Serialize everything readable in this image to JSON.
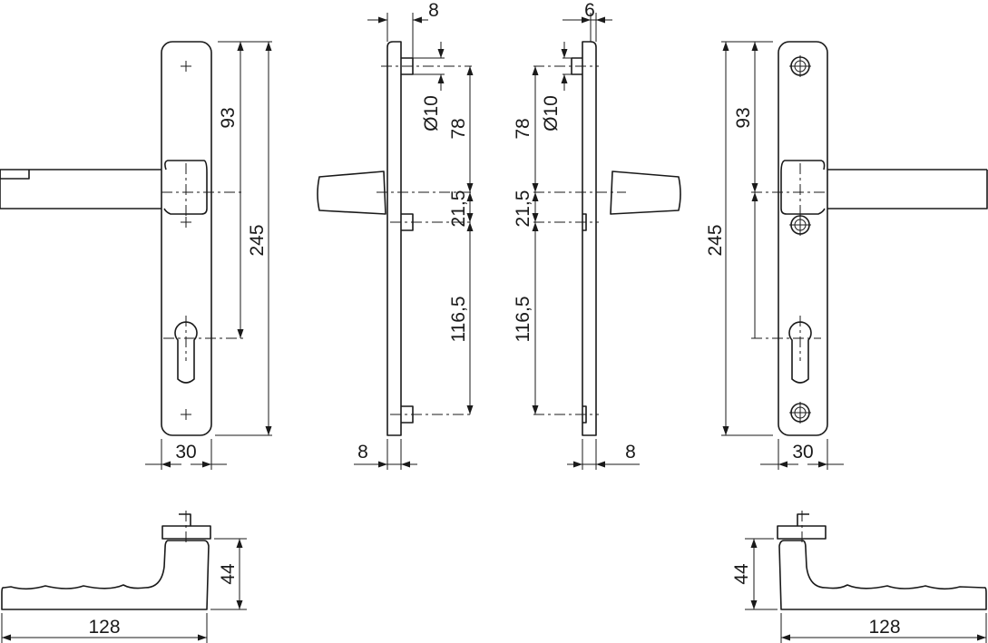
{
  "front_left": {
    "dim_93": "93",
    "dim_245": "245",
    "dim_30": "30"
  },
  "side_left": {
    "dim_top": "8",
    "dim_diameter": "Ø10",
    "dim_78": "78",
    "dim_21_5": "21,5",
    "dim_116_5": "116,5",
    "dim_bottom": "8"
  },
  "side_right": {
    "dim_top": "6",
    "dim_diameter": "Ø10",
    "dim_78": "78",
    "dim_21_5": "21,5",
    "dim_116_5": "116,5",
    "dim_bottom": "8"
  },
  "front_right": {
    "dim_93": "93",
    "dim_245": "245",
    "dim_30": "30"
  },
  "lever_left": {
    "dim_height": "44",
    "dim_length": "128"
  },
  "lever_right": {
    "dim_height": "44",
    "dim_length": "128"
  }
}
